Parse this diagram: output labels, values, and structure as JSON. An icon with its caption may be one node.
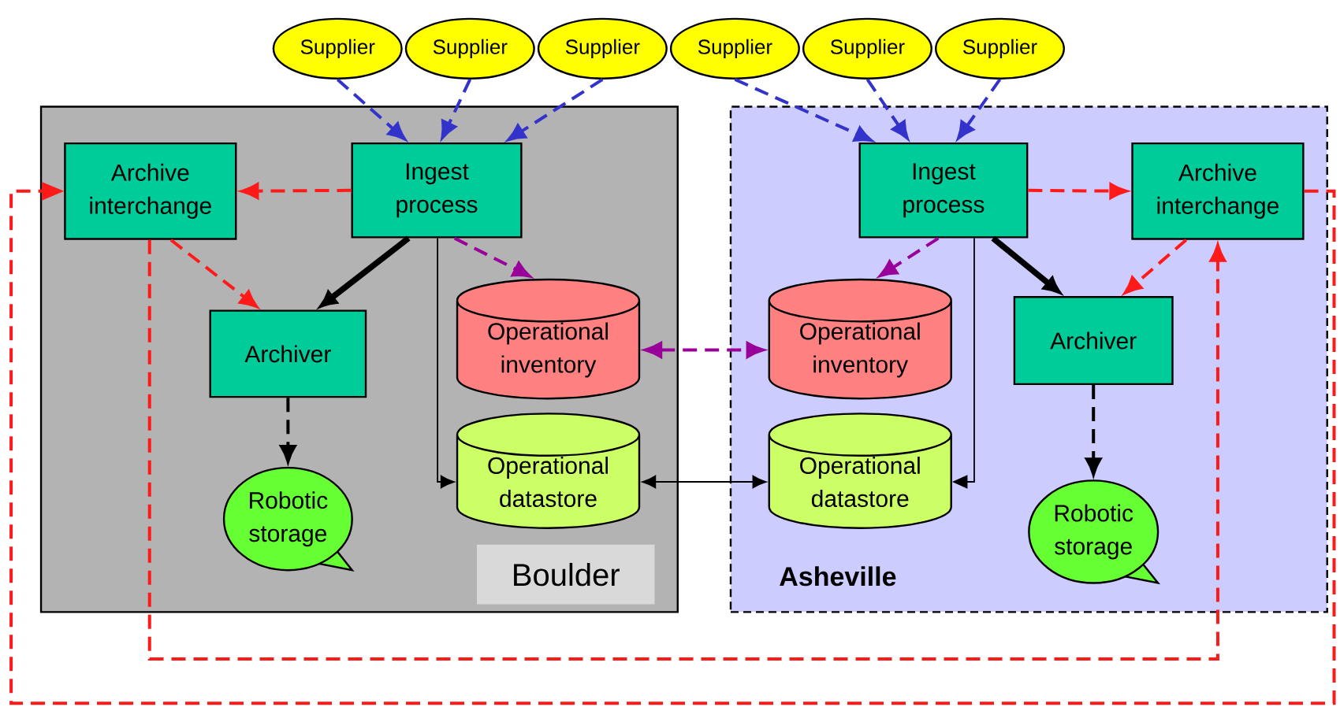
{
  "diagram": {
    "nodes": [
      {
        "text": [
          "Supplier"
        ]
      },
      {
        "text": [
          "Supplier"
        ]
      },
      {
        "text": [
          "Supplier"
        ]
      },
      {
        "text": [
          "Supplier"
        ]
      },
      {
        "text": [
          "Supplier"
        ]
      },
      {
        "text": [
          "Supplier"
        ]
      },
      {
        "text": [
          "Boulder"
        ]
      },
      {
        "text": [
          "Archive interchange"
        ],
        "in": 6
      },
      {
        "text": [
          "Ingest process"
        ],
        "in": 6
      },
      {
        "text": [
          "Archiver"
        ],
        "in": 6
      },
      {
        "text": [
          "Operational inventory"
        ],
        "in": 6
      },
      {
        "text": [
          "Operational datastore"
        ],
        "in": 6
      },
      {
        "text": [
          "Robotic storage"
        ],
        "in": 6
      },
      {
        "text": [
          "Asheville"
        ]
      },
      {
        "text": [
          "Ingest process"
        ],
        "in": 13
      },
      {
        "text": [
          "Archive interchange"
        ],
        "in": 13
      },
      {
        "text": [
          "Archiver"
        ],
        "in": 13
      },
      {
        "text": [
          "Operational inventory"
        ],
        "in": 13
      },
      {
        "text": [
          "Operational datastore"
        ],
        "in": 13
      },
      {
        "text": [
          "Robotic storage"
        ],
        "in": 13
      }
    ],
    "edges": [
      {
        "from": 0,
        "to": 8,
        "arrow": "to",
        "style": "dashed",
        "color": "#3333cc"
      },
      {
        "from": 1,
        "to": 8,
        "arrow": "to",
        "style": "dashed",
        "color": "#3333cc"
      },
      {
        "from": 2,
        "to": 8,
        "arrow": "to",
        "style": "dashed",
        "color": "#3333cc"
      },
      {
        "from": 3,
        "to": 14,
        "arrow": "to",
        "style": "dashed",
        "color": "#3333cc"
      },
      {
        "from": 4,
        "to": 14,
        "arrow": "to",
        "style": "dashed",
        "color": "#3333cc"
      },
      {
        "from": 5,
        "to": 14,
        "arrow": "to",
        "style": "dashed",
        "color": "#3333cc"
      },
      {
        "from": 8,
        "to": 7,
        "arrow": "to",
        "style": "dashed",
        "color": "#ff1a1a"
      },
      {
        "from": 7,
        "to": 9,
        "arrow": "to",
        "style": "dashed",
        "color": "#ff1a1a"
      },
      {
        "from": 8,
        "to": 9,
        "arrow": "to",
        "style": "thick"
      },
      {
        "from": 8,
        "to": 10,
        "arrow": "to",
        "style": "dashed",
        "color": "#990099"
      },
      {
        "from": 8,
        "to": 11,
        "arrow": "to"
      },
      {
        "from": 9,
        "to": 12,
        "arrow": "to",
        "style": "dashed"
      },
      {
        "from": 10,
        "to": 17,
        "arrow": "both",
        "style": "dashed",
        "color": "#990099"
      },
      {
        "from": 11,
        "to": 18,
        "arrow": "both"
      },
      {
        "from": 14,
        "to": 17,
        "arrow": "to",
        "style": "dashed",
        "color": "#990099"
      },
      {
        "from": 14,
        "to": 18,
        "arrow": "to"
      },
      {
        "from": 14,
        "to": 16,
        "arrow": "to",
        "style": "thick"
      },
      {
        "from": 14,
        "to": 15,
        "arrow": "to",
        "style": "dashed",
        "color": "#ff1a1a"
      },
      {
        "from": 15,
        "to": 16,
        "arrow": "to",
        "style": "dashed",
        "color": "#ff1a1a"
      },
      {
        "from": 16,
        "to": 19,
        "arrow": "to",
        "style": "dashed"
      },
      {
        "from": 7,
        "to": 15,
        "arrow": "to",
        "style": "dashed",
        "color": "#ff1a1a"
      },
      {
        "from": 15,
        "to": 7,
        "arrow": "to",
        "style": "dashed",
        "color": "#ff1a1a"
      }
    ]
  }
}
